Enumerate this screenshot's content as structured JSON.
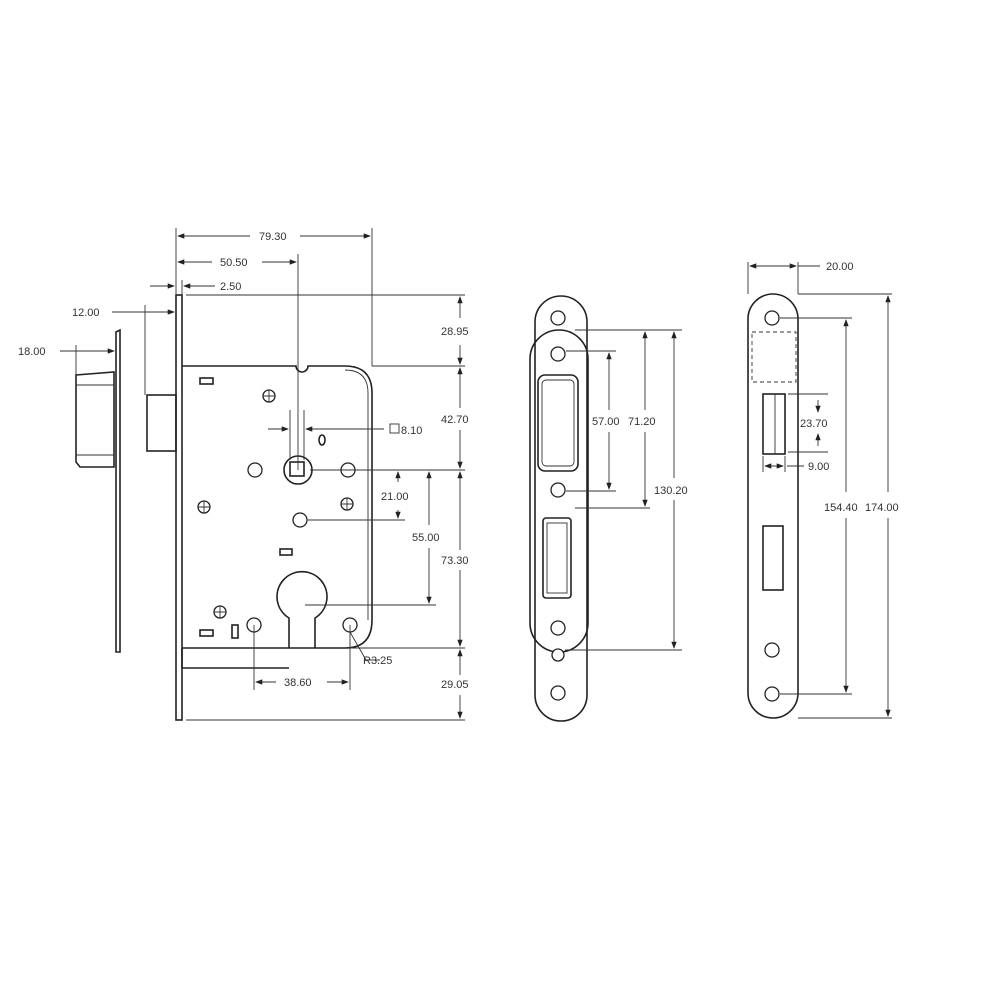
{
  "drawing": {
    "title": "Mortise lock technical drawing",
    "views": [
      "side view",
      "front view",
      "strike plate",
      "faceplate"
    ]
  },
  "dimensions": {
    "side_backset_width": "18.00",
    "side_forend_offset": "12.00",
    "forend_thickness": "2.50",
    "case_width": "79.30",
    "backset": "50.50",
    "top_to_case": "28.95",
    "case_top_to_spindle": "42.70",
    "spindle_square": "8.10",
    "spindle_to_lever_hole": "21.00",
    "spindle_to_cylinder": "55.00",
    "spindle_to_case_bottom": "73.30",
    "bottom_to_case": "29.05",
    "fixing_hole_spacing": "38.60",
    "corner_radius": "R3.25",
    "strike_hole_spacing": "57.00",
    "strike_inner_height": "71.20",
    "strike_total_height": "130.20",
    "faceplate_width": "20.00",
    "latch_height": "23.70",
    "latch_width": "9.00",
    "faceplate_hole_spacing": "154.40",
    "faceplate_height": "174.00"
  }
}
